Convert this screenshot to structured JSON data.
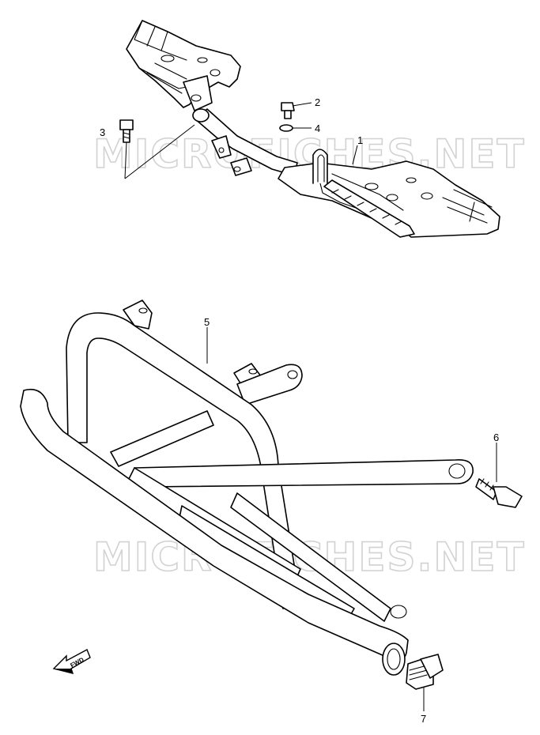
{
  "watermark": "MICROFICHES.NET",
  "fwd_label": "FWD",
  "callouts": {
    "c1": "1",
    "c2": "2",
    "c3": "3",
    "c4": "4",
    "c5": "5",
    "c6": "6",
    "c7": "7"
  },
  "colors": {
    "line": "#000000",
    "watermark": "#d2d2d2",
    "background": "#ffffff"
  }
}
